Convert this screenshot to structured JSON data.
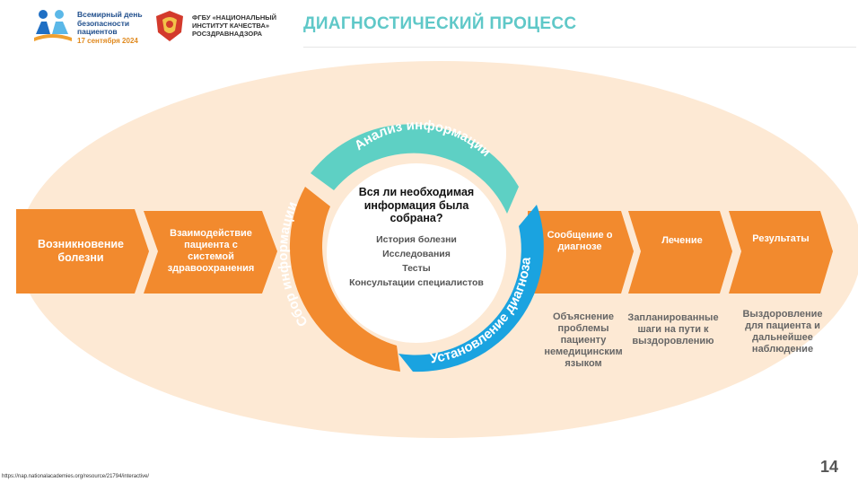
{
  "header": {
    "event_lines": [
      "Всемирный день",
      "безопасности",
      "пациентов"
    ],
    "event_date": "17 сентября 2024",
    "org_lines": [
      "ФГБУ «НАЦИОНАЛЬНЫЙ",
      "ИНСТИТУТ КАЧЕСТВА»",
      "РОСЗДРАВНАДЗОРА"
    ]
  },
  "title": "ДИАГНОСТИЧЕСКИЙ ПРОЦЕСС",
  "steps": {
    "onset": "Возникновение болезни",
    "interaction": "Взаимодействие пациента с системой здравоохранения",
    "communication": "Сообщение о диагнозе",
    "treatment": "Лечение",
    "results": "Результаты"
  },
  "subtexts": {
    "communication": "Объяснение проблемы пациенту немедицинским языком",
    "treatment": "Запланированные шаги на пути к выздоровлению",
    "results": "Выздоровление для пациента и дальнейшее наблюдение"
  },
  "cycle": {
    "analysis": "Анализ информации",
    "collection": "Сбор информации",
    "diagnosis": "Установление диагноза"
  },
  "center": {
    "question": "Вся ли необходимая информация была собрана?",
    "items": [
      "История болезни",
      "Исследования",
      "Тесты",
      "Консультации специалистов"
    ]
  },
  "footer": {
    "source": "https://nap.nationalacademies.org/resource/21794/interactive/",
    "page": "14"
  },
  "colors": {
    "orange": "#f28a2e",
    "teal": "#5ed0c4",
    "blue": "#1aa3e0",
    "ellipse": "#fde9d4",
    "title": "#5fc8c8"
  }
}
